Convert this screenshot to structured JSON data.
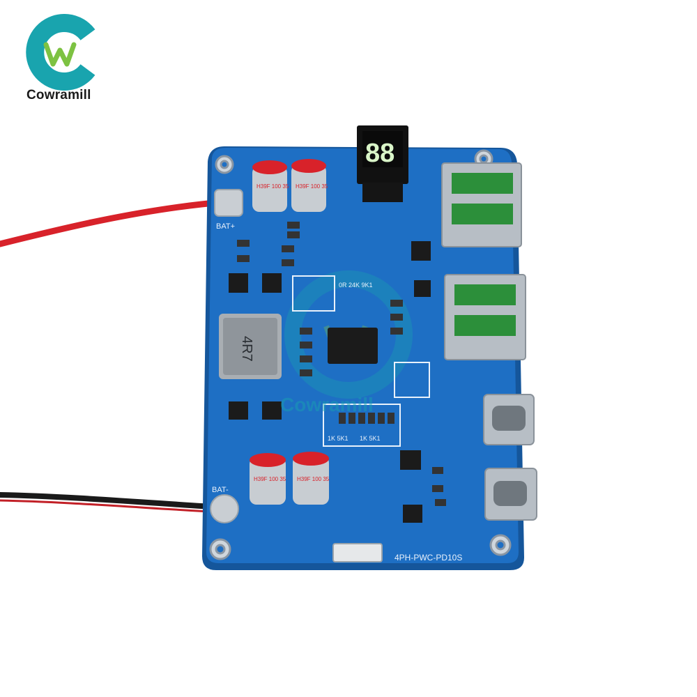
{
  "brand": {
    "name": "Cowramill",
    "logo_letter": "W",
    "colors": {
      "ring": "#19a4ae",
      "letter": "#7dc242"
    }
  },
  "board": {
    "colors": {
      "pcb": "#1e6fc4",
      "pcb_edge": "#15569b",
      "silkscreen": "#e9f1fb",
      "wire_red": "#d8222a",
      "wire_black": "#1a1a1a",
      "display_digits": "#d9f5c8"
    },
    "labels": {
      "bat_plus": "BAT+",
      "bat_minus": "BAT-",
      "inductor": "4R7",
      "cap_top_left": "H39F 100 35",
      "cap_top_right": "H39F 100 35",
      "cap_bottom_left": "H39F 100 35",
      "cap_bottom_right": "H39F 100 35",
      "res_block_a": "0R 24K 9K1",
      "res_block_b": "1K 5K1",
      "res_block_c": "1K 5K1",
      "model": "4PH-PWC-PD10S",
      "watermark": "Cowramill"
    },
    "display": {
      "digits": "88"
    },
    "ports": [
      {
        "type": "usb-a",
        "name": "USB-A port 1"
      },
      {
        "type": "usb-a",
        "name": "USB-A port 2"
      },
      {
        "type": "usb-c",
        "name": "USB-C port 1"
      },
      {
        "type": "usb-c",
        "name": "USB-C port 2"
      }
    ]
  }
}
